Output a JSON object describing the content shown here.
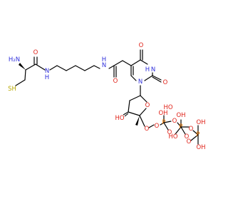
{
  "colors": {
    "background": "#ffffff",
    "bond": "#000000",
    "N": "#2f2fdc",
    "O": "#e0231a",
    "S": "#b8a800",
    "P": "#ff8000",
    "C": "#000000"
  },
  "molecule": {
    "labels": {
      "nh2": "H₂N",
      "sh": "SH",
      "amide_nh_1": "N",
      "amide_nh_1_h": "H",
      "amide_o_1": "O",
      "amide_nh_2": "N",
      "amide_nh_2_h": "H",
      "amide_o_2": "O",
      "ring_o_top": "O",
      "ring_nh": "N",
      "ring_nh_h": "H",
      "ring_o_right": "O",
      "ring_n1": "N",
      "sugar_ho": "HO",
      "sugar_o": "O",
      "o5": "O",
      "pa_o_link": "O",
      "pa": "P",
      "pa_oh": "OH",
      "pa_oh_h": "HO",
      "pa_o_bridge": "O",
      "pb": "P",
      "pb_oh": "OH",
      "pb_o": "O",
      "pb_o_bridge": "O",
      "pg": "P",
      "pg_oh_top": "OH",
      "pg_oh_bot": "OH",
      "pg_o": "O",
      "pa_o": "O",
      "pb_ho": "HO"
    }
  }
}
